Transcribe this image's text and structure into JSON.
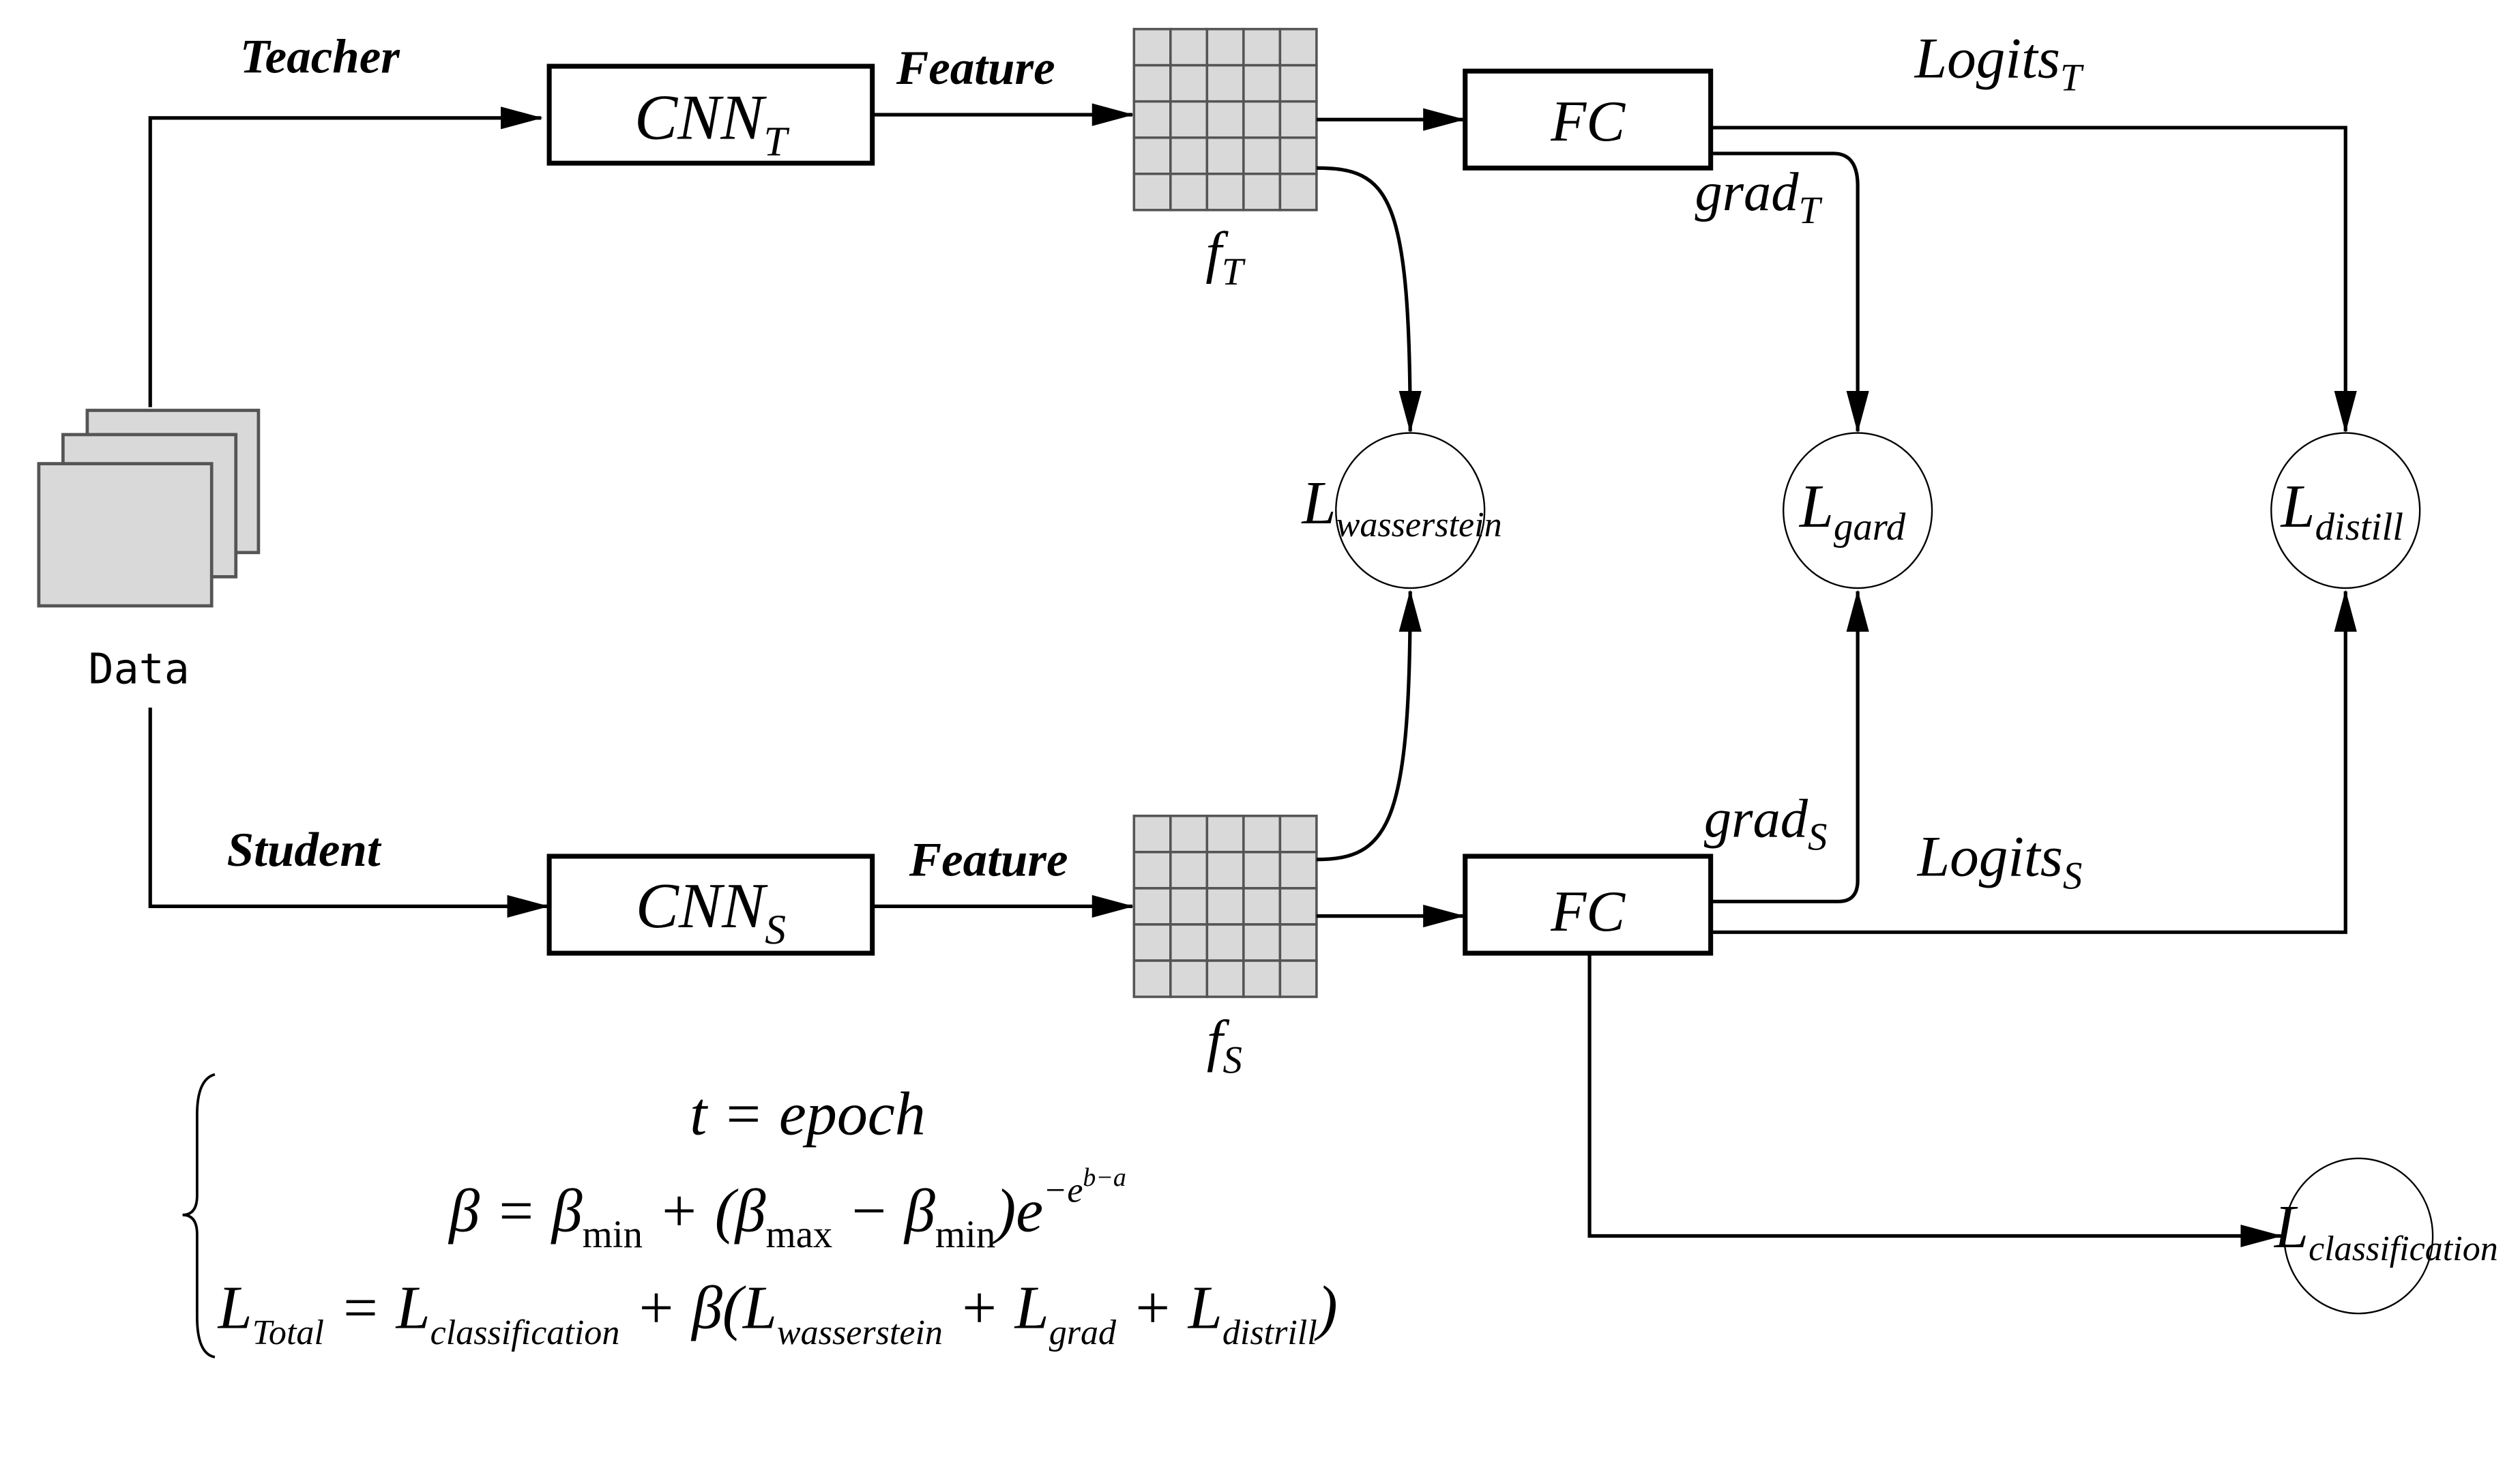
{
  "data_label": "Data",
  "teacher": {
    "branch_label": "Teacher",
    "cnn": {
      "main": "CNN",
      "sub": "T"
    },
    "feature_label": "Feature",
    "feature_map": {
      "main": "f",
      "sub": "T"
    },
    "fc_label": "FC",
    "grad": {
      "main": "grad",
      "sub": "T"
    },
    "logits": {
      "main": "Logits",
      "sub": "T"
    }
  },
  "student": {
    "branch_label": "Student",
    "cnn": {
      "main": "CNN",
      "sub": "S"
    },
    "feature_label": "Feature",
    "feature_map": {
      "main": "f",
      "sub": "S"
    },
    "fc_label": "FC",
    "grad": {
      "main": "grad",
      "sub": "S"
    },
    "logits": {
      "main": "Logits",
      "sub": "S"
    }
  },
  "losses": {
    "wasserstein": {
      "main": "L",
      "sub": "wasserstein"
    },
    "grad": {
      "main": "L",
      "sub": "gard"
    },
    "distill": {
      "main": "L",
      "sub": "distill"
    },
    "classification": {
      "main": "L",
      "sub": "classification"
    }
  },
  "formulas": {
    "line1": "t = epoch",
    "line2": {
      "lhs": "β = β",
      "min1": "min",
      "mid": " + (β",
      "max": "max",
      "minus": " − β",
      "min2": "min",
      "close": ")e",
      "exp": "−e",
      "exp2": "b−a"
    },
    "line3": {
      "L": "L",
      "total": "Total",
      "eq": " = L",
      "cls": "classification",
      "plus": " + β(L",
      "w": "wasserstein",
      "p2": " + L",
      "g": "grad",
      "p3": " + L",
      "d": "distrill",
      "close": ")"
    }
  }
}
